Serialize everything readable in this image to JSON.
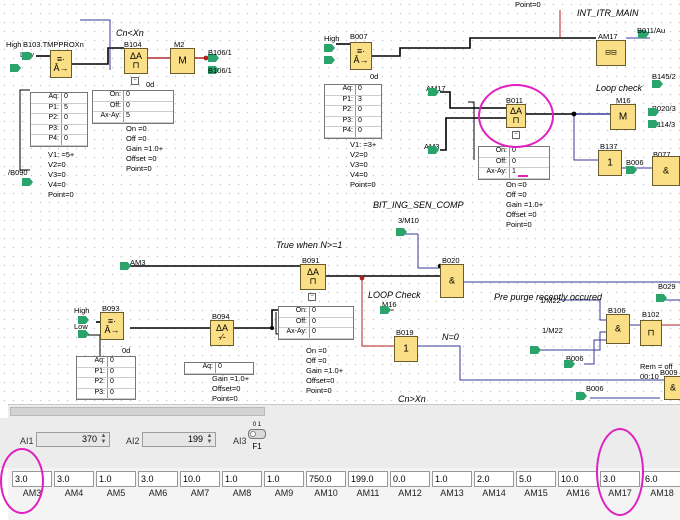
{
  "diagram": {
    "headings": [
      "INT_ITR_MAIN",
      "BIT_ING_SEN_COMP"
    ],
    "italics": [
      "Cn<Xn",
      "Loop check",
      "True when N>=1",
      "LOOP Check",
      "Pre purge recently occured",
      "N=0",
      "Cn>Xn"
    ],
    "blocks": {
      "B103": "B103.TMPPROXn",
      "B104": "B104",
      "M2": "M2",
      "B007": "B007",
      "AM17": "AM17",
      "B011": "B011",
      "M16": "M16",
      "B137": "B137",
      "B077": "B077",
      "B091": "B091",
      "B020": "B020",
      "B093": "B093",
      "B094": "B094",
      "B019": "B019",
      "B106": "B106",
      "B102": "B102",
      "B029": "B029"
    },
    "connectors": {
      "high1": "High",
      "low1": "Low",
      "b090": "/B090",
      "high2": "High",
      "am17_in": "AM17",
      "am3_in": "AM3",
      "b011_out": "B011/Au",
      "b145": "B145/2",
      "b020_3": "B020/3",
      "b114_3": "B114/3",
      "b006": "B006",
      "m10": "3/M10",
      "am3_mid": "AM3",
      "m16": "M16",
      "high3": "High",
      "low3": "Low",
      "m22": "1/M22",
      "b006b": "B006",
      "b006c": "B006",
      "b009": "B009",
      "b106_1": "B106/1",
      "b106_2": "B106/1",
      "point0": "Point=0",
      "rem": "Rem = off",
      "time": "00:10"
    },
    "tables": {
      "t1": [
        [
          "Aq:",
          "0"
        ],
        [
          "P1:",
          "5"
        ],
        [
          "P2:",
          "0"
        ],
        [
          "P3:",
          "0"
        ],
        [
          "P4:",
          "0"
        ]
      ],
      "t2": [
        [
          "On:",
          "0"
        ],
        [
          "Off:",
          "0"
        ],
        [
          "Ax-Ay:",
          "5"
        ]
      ],
      "t3": [
        [
          "Aq:",
          "0"
        ],
        [
          "P1:",
          "3"
        ],
        [
          "P2:",
          "0"
        ],
        [
          "P3:",
          "0"
        ],
        [
          "P4:",
          "0"
        ]
      ],
      "t4": [
        [
          "On:",
          "0"
        ],
        [
          "Off:",
          "0"
        ],
        [
          "Ax-Ay:",
          "1"
        ]
      ],
      "t5": [
        [
          "On:",
          "0"
        ],
        [
          "Off:",
          "0"
        ],
        [
          "Ax-Ay:",
          "0"
        ]
      ],
      "t6": [
        [
          "Aq:",
          "0"
        ],
        [
          "P1:",
          "0"
        ],
        [
          "P2:",
          "0"
        ],
        [
          "P3:",
          "0"
        ]
      ],
      "t7": [
        [
          "Aq:",
          "0"
        ]
      ]
    },
    "lists": {
      "l1": [
        "V1: =5+",
        "V2=0",
        "V3=0",
        "V4=0",
        "Point=0"
      ],
      "l2": [
        "On      =0",
        "Off     =0",
        "Gain   =1.0+",
        "Offset =0",
        "Point=0"
      ],
      "l3": [
        "V1: =3+",
        "V2=0",
        "V3=0",
        "V4=0",
        "Point=0"
      ],
      "l4": [
        "On      =0",
        "Off     =0",
        "Gain   =1.0+",
        "Offset =0",
        "Point=0"
      ],
      "l5": [
        "On      =0",
        "Off     =0",
        "Gain   =1.0+",
        "Offset=0",
        "Point=0"
      ],
      "l6": [
        "Gain  =1.0+",
        "Offset=0",
        "Point=0"
      ]
    },
    "small": [
      "0d",
      "0d",
      "0d"
    ]
  },
  "inputs": [
    {
      "label": "AI1",
      "value": "370"
    },
    {
      "label": "AI2",
      "value": "199"
    },
    {
      "label": "AI3",
      "value": ""
    }
  ],
  "toggle": {
    "top": "0 1",
    "bottom": "F1"
  },
  "memory": [
    {
      "value": "3.0",
      "label": "AM3"
    },
    {
      "value": "3.0",
      "label": "AM4"
    },
    {
      "value": "1.0",
      "label": "AM5"
    },
    {
      "value": "3.0",
      "label": "AM6"
    },
    {
      "value": "10.0",
      "label": "AM7"
    },
    {
      "value": "1.0",
      "label": "AM8"
    },
    {
      "value": "1.0",
      "label": "AM9"
    },
    {
      "value": "750.0",
      "label": "AM10"
    },
    {
      "value": "199.0",
      "label": "AM11"
    },
    {
      "value": "0.0",
      "label": "AM12"
    },
    {
      "value": "1.0",
      "label": "AM13"
    },
    {
      "value": "2.0",
      "label": "AM14"
    },
    {
      "value": "5.0",
      "label": "AM15"
    },
    {
      "value": "10.0",
      "label": "AM16"
    },
    {
      "value": "3.0",
      "label": "AM17"
    },
    {
      "value": "6.0",
      "label": "AM18"
    }
  ],
  "colors": {
    "block": "#fbdf86",
    "connector": "#2aa46a",
    "highlight": "#e020c0",
    "wire_active": "#c02020",
    "wire_bus": "#3a3a9a"
  }
}
